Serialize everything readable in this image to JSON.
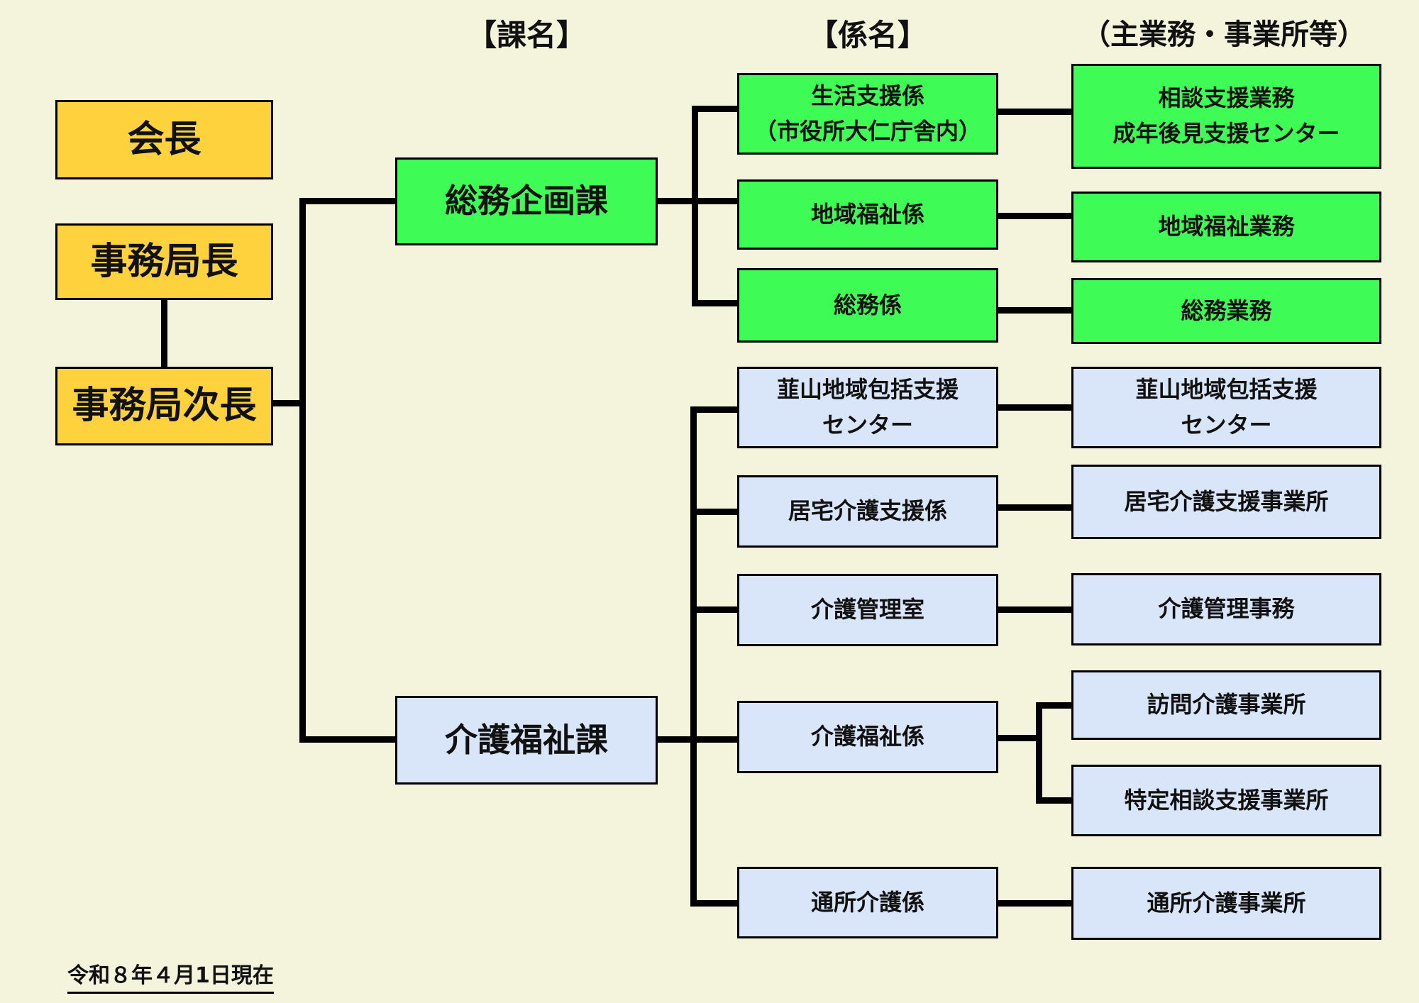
{
  "headers": {
    "division_col": "【課名】",
    "section_col": "【係名】",
    "business_col": "（主業務・事業所等）"
  },
  "executives": [
    {
      "label": "会長"
    },
    {
      "label": "事務局長"
    },
    {
      "label": "事務局次長"
    }
  ],
  "divisions": [
    {
      "label": "総務企画課",
      "color": "#3ffb55"
    },
    {
      "label": "介護福祉課",
      "color": "#d9e5f8"
    }
  ],
  "sections": [
    {
      "label": "生活支援係\n（市役所大仁庁舎内）"
    },
    {
      "label": "地域福祉係"
    },
    {
      "label": "総務係"
    },
    {
      "label": "韮山地域包括支援\nセンター"
    },
    {
      "label": "居宅介護支援係"
    },
    {
      "label": "介護管理室"
    },
    {
      "label": "介護福祉係"
    },
    {
      "label": "通所介護係"
    }
  ],
  "businesses": [
    {
      "label": "相談支援業務\n成年後見支援センター"
    },
    {
      "label": "地域福祉業務"
    },
    {
      "label": "総務業務"
    },
    {
      "label": "韮山地域包括支援\nセンター"
    },
    {
      "label": "居宅介護支援事業所"
    },
    {
      "label": "介護管理事務"
    },
    {
      "label": "訪問介護事業所"
    },
    {
      "label": "特定相談支援事業所"
    },
    {
      "label": "通所介護事業所"
    }
  ],
  "footer": {
    "date_note": "令和８年４月1日現在"
  },
  "colors": {
    "background": "#f4f4dc",
    "executive_yellow": "#fdd23d",
    "general_affairs_green": "#3ffb55",
    "care_welfare_blue": "#d9e5f8",
    "connector_line": "#000000",
    "box_border": "#000000"
  }
}
